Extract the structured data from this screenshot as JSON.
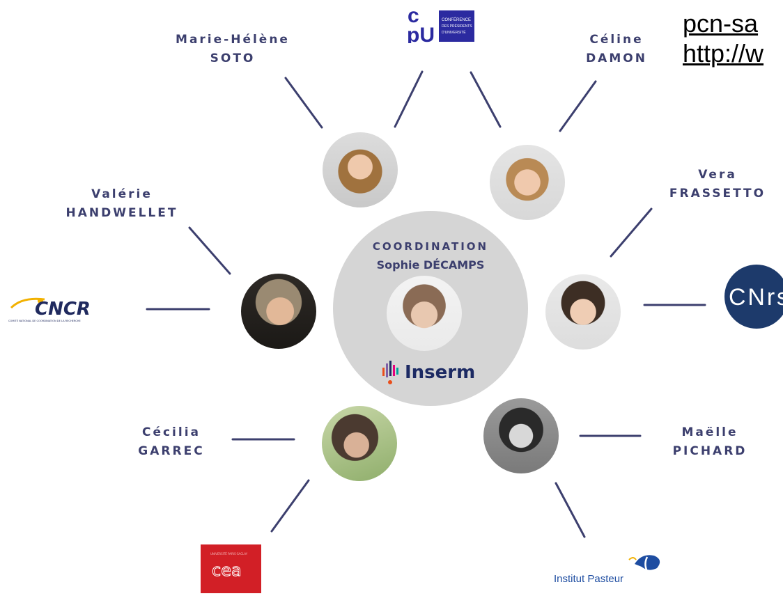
{
  "links": [
    "pcn-sa",
    "http://w"
  ],
  "center": {
    "title": "COORDINATION",
    "name": "Sophie DÉCAMPS",
    "org_logo": "Inserm"
  },
  "people": {
    "marie_helene": {
      "first": "Marie-Hélène",
      "last": "SOTO"
    },
    "celine": {
      "first": "Céline",
      "last": "DAMON"
    },
    "valerie": {
      "first": "Valérie",
      "last": "HANDWELLET"
    },
    "vera": {
      "first": "Vera",
      "last": "FRASSETTO"
    },
    "cecilia": {
      "first": "Cécilia",
      "last": "GARREC"
    },
    "maelle": {
      "first": "Maëlle",
      "last": "PICHARD"
    }
  },
  "logos": {
    "cpu": {
      "mark_top": "c",
      "mark_bottom": "pU",
      "line1": "CONFÉRENCE",
      "line2": "DES PRÉSIDENTS",
      "line3": "D'UNIVERSITÉ"
    },
    "cncr": {
      "word": "CNCR",
      "tagline": "COMITÉ NATIONAL DE COORDINATION DE LA RECHERCHE"
    },
    "cnrs": {
      "word": "CNrs"
    },
    "cea": {
      "word": "cea",
      "tagline": "UNIVERSITÉ PARIS-SACLAY"
    },
    "pasteur": {
      "word": "Institut Pasteur"
    }
  },
  "colors": {
    "line": "#3c3f6e",
    "name_text": "#3c3f6e",
    "center_disc": "#d5d5d5",
    "cpu_blue": "#2b2aa0",
    "cnrs_blue": "#1d3a6b",
    "cea_red": "#d21f26",
    "inserm_text": "#1c2a63",
    "cncr_blue": "#202a5e",
    "cncr_yellow": "#f2b100",
    "pasteur_blue": "#1e4da1"
  }
}
